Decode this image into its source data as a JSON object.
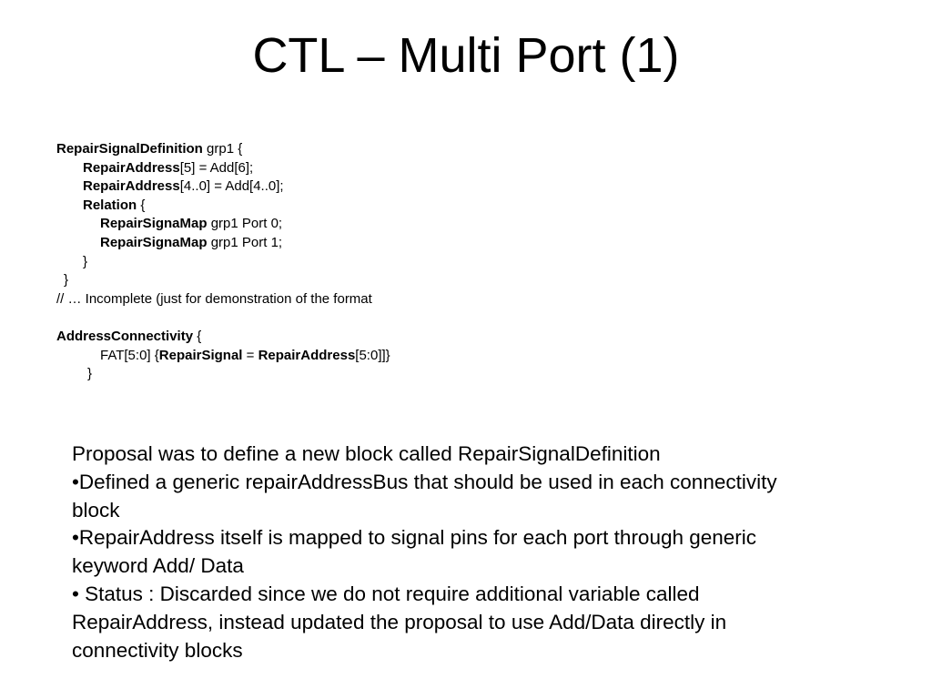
{
  "slide": {
    "title": "CTL – Multi Port (1)"
  },
  "code": {
    "l1": {
      "kw": "RepairSignalDefinition",
      "rest": " grp1 {"
    },
    "l2": {
      "kw": "RepairAddress",
      "rest": "[5] = Add[6];"
    },
    "l3": {
      "kw": "RepairAddress",
      "rest": "[4..0] = Add[4..0];"
    },
    "l4": {
      "kw": "Relation",
      "rest": " {"
    },
    "l5": {
      "kw": "RepairSignaMap",
      "rest": " grp1 Port 0;"
    },
    "l6": {
      "kw": "RepairSignaMap",
      "rest": " grp1 Port 1;"
    },
    "l7": {
      "rest": "}"
    },
    "l8": {
      "rest": "}"
    },
    "l9": {
      "rest": "// … Incomplete (just for demonstration of the format"
    },
    "l10": {
      "kw": "AddressConnectivity",
      "rest": " {"
    },
    "l11": {
      "pre": "FAT[5:0] {",
      "kw1": "RepairSignal",
      "mid": " = ",
      "kw2": "RepairAddress",
      "post": "[5:0]]}"
    },
    "l12": {
      "rest": "}"
    }
  },
  "notes": [
    "Proposal was to define a new block called RepairSignalDefinition",
    "•Defined a generic repairAddressBus that should be used in each connectivity block",
    "•RepairAddress itself is mapped to signal pins for each port through generic keyword Add/ Data",
    "• Status : Discarded since we do not require additional variable called RepairAddress, instead updated the proposal to use Add/Data directly in connectivity blocks"
  ]
}
